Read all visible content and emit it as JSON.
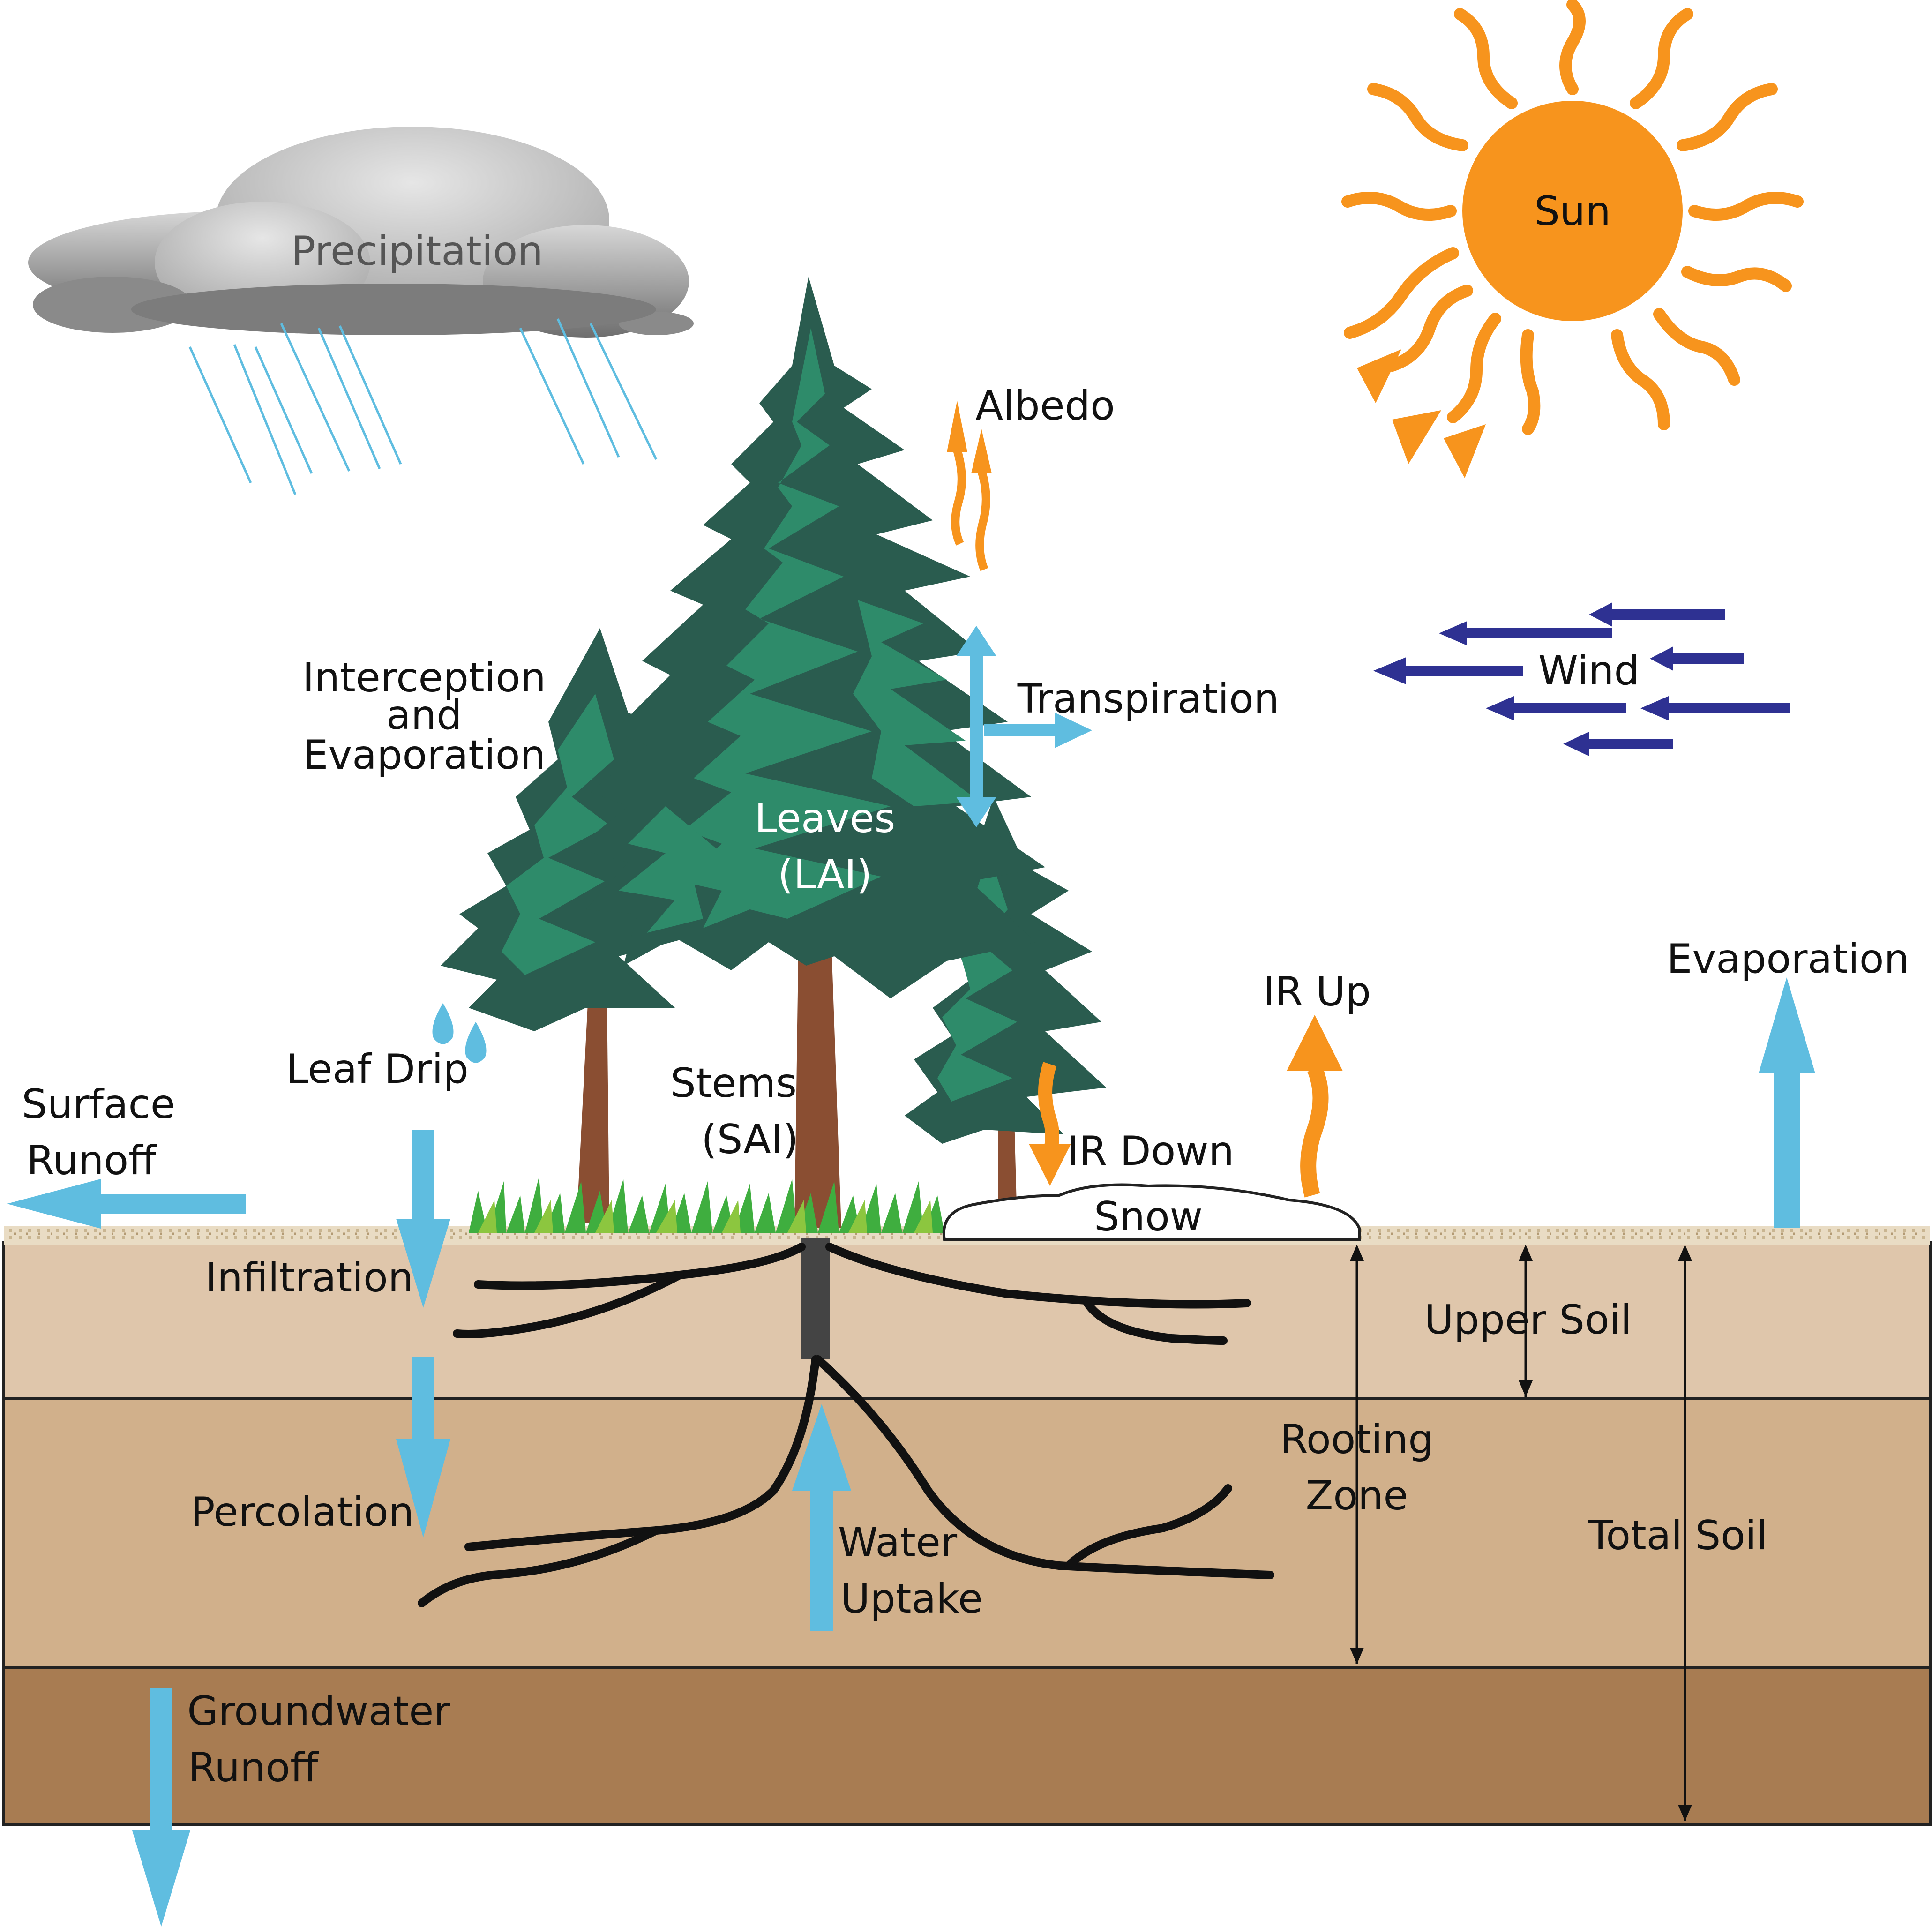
{
  "colors": {
    "water_arrow": "#5fbde0",
    "sun": "#f7941d",
    "wind_arrow": "#2e3192",
    "tree_dark": "#2a5c4f",
    "tree_light": "#2e8b6a",
    "trunk": "#8a4e32",
    "grass": "#3fae3f",
    "upper_soil": "#dfc6ab",
    "lower_soil": "#d1b08b",
    "groundwater_layer": "#a87c52",
    "cloud": "#8e8e8e"
  },
  "icons": [
    "cloud-icon",
    "sun-icon",
    "tree-icon",
    "snow-mound-icon",
    "raindrop-icon"
  ],
  "labels": {
    "precipitation": "Precipitation",
    "sun": "Sun",
    "albedo": "Albedo",
    "interception_1": "Interception",
    "interception_2": "and",
    "interception_3": "Evaporation",
    "transpiration": "Transpiration",
    "wind": "Wind",
    "leaves_1": "Leaves",
    "leaves_2": "(LAI)",
    "evaporation": "Evaporation",
    "ir_up": "IR Up",
    "leaf_drip": "Leaf Drip",
    "surface_runoff_1": "Surface",
    "surface_runoff_2": "Runoff",
    "stems_1": "Stems",
    "stems_2": "(SAI)",
    "ir_down": "IR Down",
    "snow": "Snow",
    "infiltration": "Infiltration",
    "upper_soil": "Upper Soil",
    "rooting_zone_1": "Rooting",
    "rooting_zone_2": "Zone",
    "percolation": "Percolation",
    "water_uptake_1": "Water",
    "water_uptake_2": "Uptake",
    "total_soil": "Total Soil",
    "groundwater_runoff_1": "Groundwater",
    "groundwater_runoff_2": "Runoff"
  }
}
